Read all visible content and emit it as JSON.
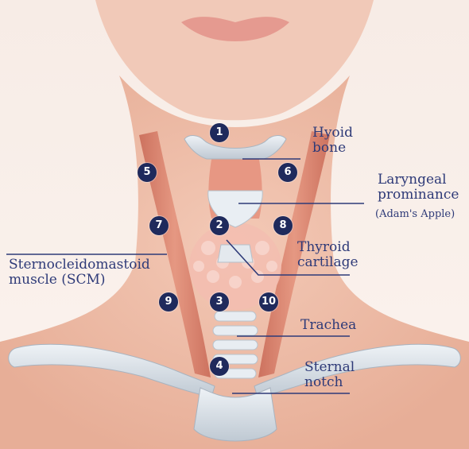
{
  "labels": {
    "hyoid_1": "Hyoid",
    "hyoid_2": "bone",
    "laryngeal_1": "Laryngeal",
    "laryngeal_2": "prominance",
    "laryngeal_3": "(Adam's Apple)",
    "thyroid_1": "Thyroid",
    "thyroid_2": "cartilage",
    "scm_1": "Sternocleidomastoid",
    "scm_2": "muscle (SCM)",
    "trachea": "Trachea",
    "sternal_1": "Sternal",
    "sternal_2": "notch"
  },
  "markers": [
    "1",
    "2",
    "3",
    "4",
    "5",
    "6",
    "7",
    "8",
    "9",
    "10"
  ],
  "colors": {
    "label_text": "#2e3a78",
    "leader_line": "#2e3a78",
    "marker_fill": "#1f2a5c",
    "skin": "#f2c7b3",
    "muscle": "#d9826d",
    "cartilage": "#e8edf2",
    "bone": "#c9d2db"
  }
}
